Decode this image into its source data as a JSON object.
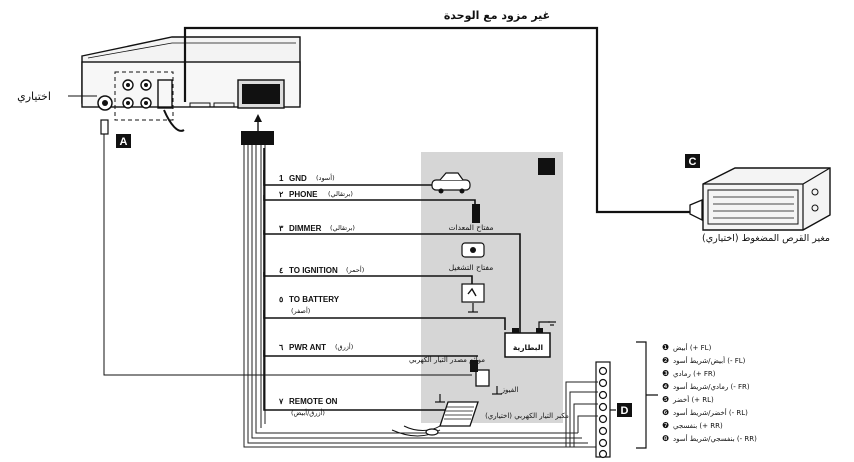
{
  "labels": {
    "not_supplied": "غير مزود مع الوحدة",
    "optional_left": "اختياري",
    "changer": "مغير القرص المضغوط (اختياري)",
    "brake_switch": "مفتاح المعدات",
    "ignition_switch": "مفتاح التشغيل",
    "battery": "البطارية",
    "amp": "موائم مصدر التيار الكهربي",
    "fuse": "الفيوز",
    "remote_amp": "مكبر التيار الكهربي (اختياري)"
  },
  "markers": {
    "a": "A",
    "c": "C",
    "d": "D"
  },
  "wires": [
    {
      "num": "1",
      "name": "GND",
      "color": "(أسود)"
    },
    {
      "num": "٢",
      "name": "PHONE",
      "color": "(برتقالي)"
    },
    {
      "num": "٣",
      "name": "DIMMER",
      "color": "(برتقالي)"
    },
    {
      "num": "٤",
      "name": "TO IGNITION",
      "color": "(أحمر)"
    },
    {
      "num": "٥",
      "name": "TO BATTERY",
      "color": "(أصفر)"
    },
    {
      "num": "٦",
      "name": "PWR ANT",
      "color": "(أزرق)"
    },
    {
      "num": "٧",
      "name": "REMOTE ON",
      "color": "(أزرق/أبيض)"
    }
  ],
  "speakers": [
    {
      "num": "❶",
      "text": "أبيض (+ FL)"
    },
    {
      "num": "❷",
      "text": "أبيض/شريط أسود (- FL)"
    },
    {
      "num": "❸",
      "text": "رمادي (+ FR)"
    },
    {
      "num": "❹",
      "text": "رمادي/شريط أسود (- FR)"
    },
    {
      "num": "❺",
      "text": "أخضر (+ RL)"
    },
    {
      "num": "❻",
      "text": "أخضر/شريط أسود (- RL)"
    },
    {
      "num": "❼",
      "text": "بنفسجي (+ RR)"
    },
    {
      "num": "❽",
      "text": "بنفسجي/شريط أسود (- RR)"
    }
  ]
}
